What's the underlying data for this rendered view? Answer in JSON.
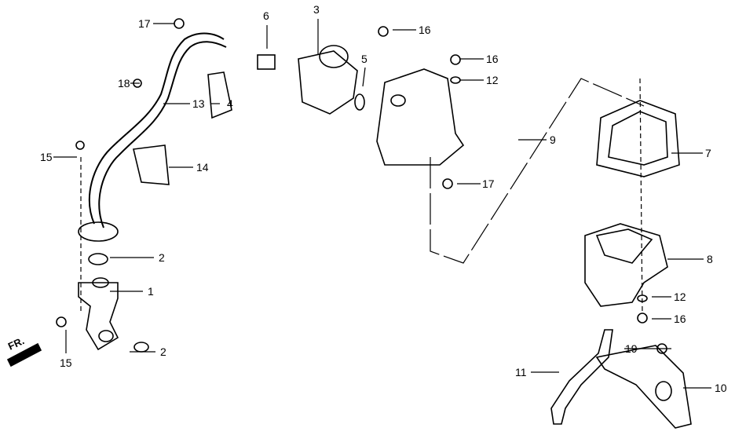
{
  "direction_label": "FR.",
  "callouts": [
    "17",
    "6",
    "3",
    "16",
    "5",
    "16",
    "12",
    "18",
    "13",
    "4",
    "9",
    "15",
    "14",
    "17",
    "7",
    "2",
    "8",
    "1",
    "12",
    "16",
    "2",
    "19",
    "15",
    "11",
    "10"
  ]
}
